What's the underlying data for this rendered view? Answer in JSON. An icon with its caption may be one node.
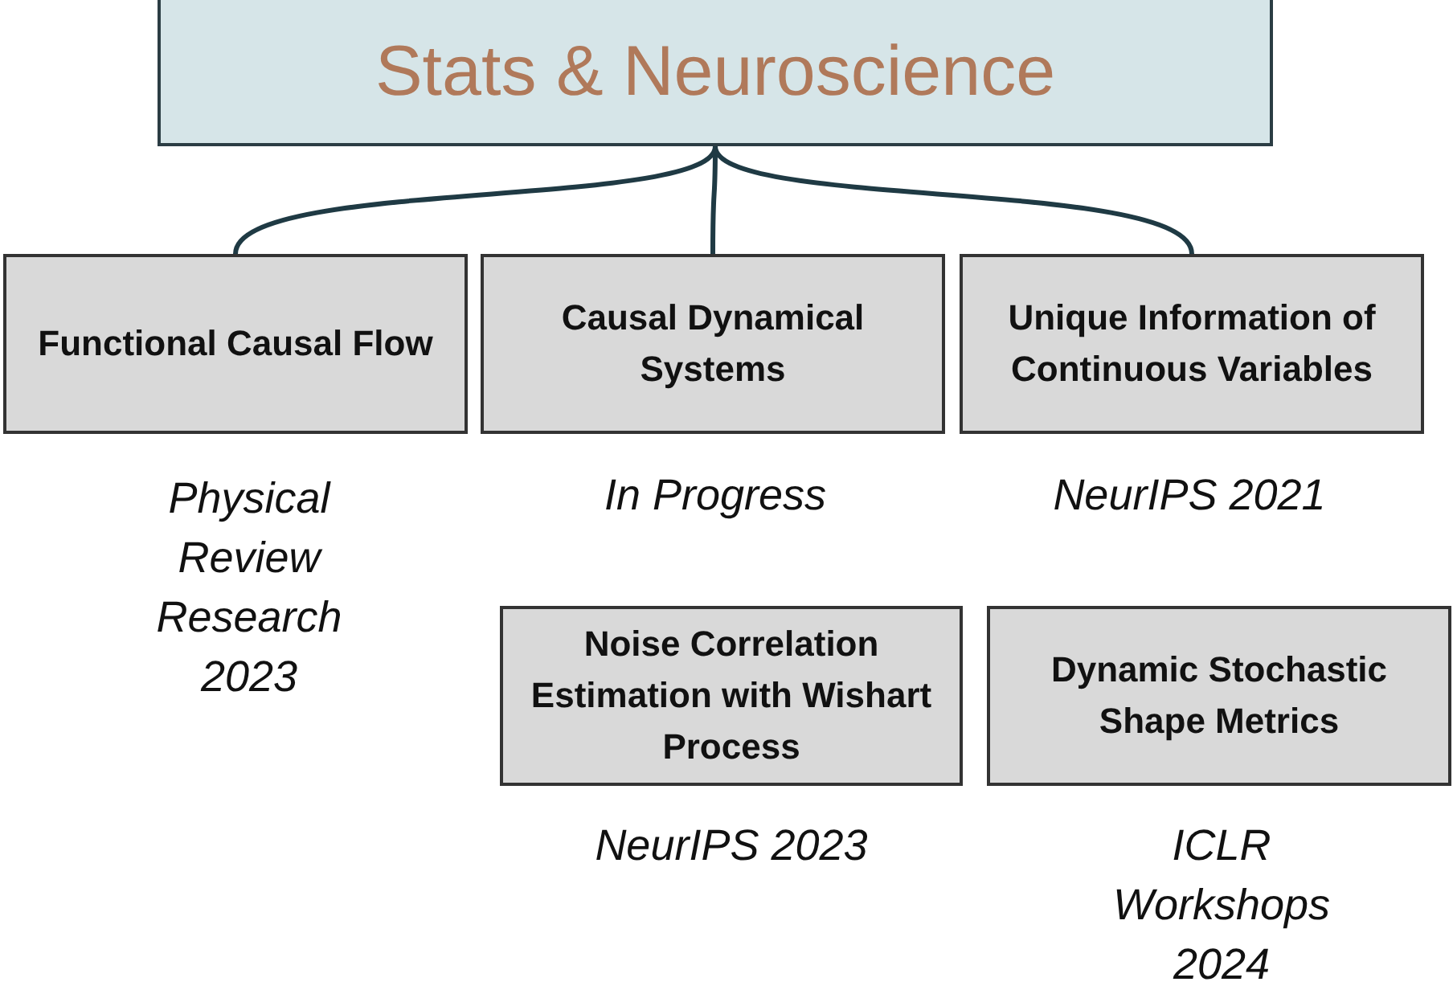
{
  "diagram": {
    "nodes": [
      {
        "text": [
          "Stats & Neuroscience"
        ]
      },
      {
        "text": [
          "Functional Causal Flow"
        ],
        "beside": [
          "Physical Review Research 2023"
        ]
      },
      {
        "text": [
          "Causal Dynamical Systems"
        ],
        "beside": [
          "In Progress"
        ]
      },
      {
        "text": [
          "Unique Information of Continuous Variables"
        ],
        "beside": [
          "NeurIPS 2021"
        ]
      },
      {
        "text": [
          "Noise Correlation Estimation with Wishart Process"
        ],
        "beside": [
          "NeurIPS 2023"
        ]
      },
      {
        "text": [
          "Dynamic Stochastic Shape Metrics"
        ],
        "beside": [
          "ICLR Workshops 2024"
        ]
      }
    ],
    "edges": [
      {
        "from": 0,
        "to": 1,
        "arrow": "none"
      },
      {
        "from": 0,
        "to": 2,
        "arrow": "none"
      },
      {
        "from": 0,
        "to": 3,
        "arrow": "none"
      }
    ]
  }
}
